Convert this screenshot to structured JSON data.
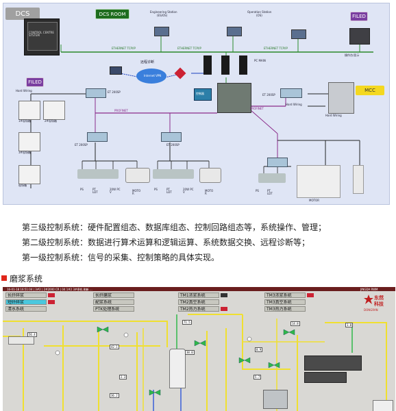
{
  "diagram": {
    "dcs_label": "DCS",
    "dcs_room_label": "DCS ROOM",
    "dcs_cabinet_text": "CONTROL CENTRE SYSTEM",
    "engineering_station": "Engineering Station",
    "engineering_station_sub": "(ES/OS)",
    "operation_station": "Operation Station",
    "operation_station_sub": "(OS)",
    "ethernet_labels": [
      "ETHERNET TCP/IP",
      "ETHERNET TCP/IP",
      "ETHERNET TCP/IP"
    ],
    "filed_right": "FILED",
    "filed_left": "FILED",
    "remote_diag": "远程诊断",
    "vpn_label": "Internet VPN",
    "pc_main": "PC MAIN",
    "controller_label": "控制器",
    "profinet_labels": [
      "PROFINET",
      "PROFINET"
    ],
    "et200_labels": [
      "ET 200SP",
      "ET 200SP",
      "ET 200SP",
      "ET 200SP"
    ],
    "hardwiring_labels": [
      "Hard Wiring",
      "Hard Wiring",
      "Hard Wiring"
    ],
    "mcc_label": "MCC",
    "field_boxes": [
      "1#现场箱",
      "2#现场箱",
      "3#现场箱",
      "现场箱"
    ],
    "instrument_labels": [
      "PS",
      "PT LDT",
      "20W PC V",
      "MOTO R",
      "PS",
      "PT LDT",
      "20W PC V",
      "MOTO R",
      "PS",
      "PT LDT"
    ],
    "motor_label": "MOTOR",
    "right_monitor_label": "操作台/显示"
  },
  "descriptions": [
    "第三级控制系统：硬件配置组态、数据库组态、控制回路组态等，系统操作、管理；",
    "第二级控制系统：数据进行算术运算和逻辑运算、系统数据交换、远程诊断等；",
    "第一级控制系统：信号的采集、控制策略的具体实现。"
  ],
  "section": {
    "title": "磨浆系统",
    "accent": "#e0261a"
  },
  "scada": {
    "status_text": "16-01-18 16:51:04 | 3#2 | 2#2000 CR | 04 1#2 3#停机 刷新 ...",
    "top_right_text": "JINGDA RWM",
    "logo_line1": "东然",
    "logo_line2": "科技",
    "logo_sub": "DONGRAN",
    "buttons": [
      {
        "label": "长纤碎浆",
        "highlight": false
      },
      {
        "label": "长纤磨浆",
        "highlight": false
      },
      {
        "label": "TM1浓浆系统",
        "highlight": false
      },
      {
        "label": "TM3浓浆系统",
        "highlight": false
      },
      {
        "label": "短纤碎浆",
        "highlight": true
      },
      {
        "label": "配浆系统",
        "highlight": false
      },
      {
        "label": "TM2真空系统",
        "highlight": false
      },
      {
        "label": "TM3真空系统",
        "highlight": false
      },
      {
        "label": "清水系统",
        "highlight": false
      },
      {
        "label": "PTK处理系统",
        "highlight": false
      },
      {
        "label": "TM2热力系统",
        "highlight": false
      },
      {
        "label": "TM3热力系统",
        "highlight": false
      }
    ],
    "values": [
      "56.4",
      "42.1",
      "38.0",
      "0.9",
      "2.3",
      "71.5",
      "14.8",
      "36.2",
      "5.7",
      "1.0"
    ],
    "colors": {
      "pipe_yellow": "#f0e030",
      "pipe_green": "#2fb84a",
      "pipe_blue": "#3a5fd8",
      "background": "#d9d8d4"
    }
  }
}
